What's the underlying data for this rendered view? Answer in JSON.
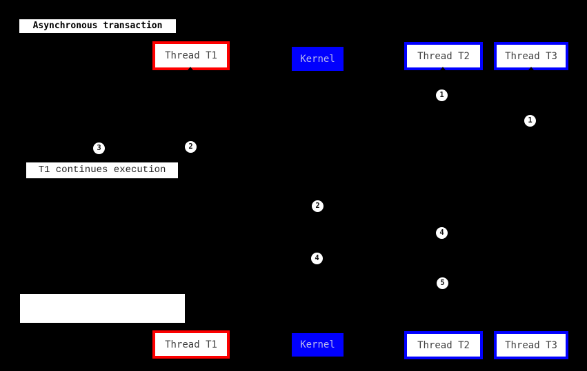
{
  "diagram": {
    "title": "Asynchronous transaction",
    "type": "sequence-diagram",
    "background_color": "#000000"
  },
  "participants": {
    "t1": {
      "label": "Thread T1",
      "border_color": "#fe0000",
      "fill": "#ffffff"
    },
    "kernel": {
      "label": "Kernel",
      "fill": "#0100fe",
      "text_color": "#b9b9ee"
    },
    "t2": {
      "label": "Thread T2",
      "border_color": "#0100fe",
      "fill": "#ffffff"
    },
    "t3": {
      "label": "Thread T3",
      "border_color": "#0100fe",
      "fill": "#ffffff"
    }
  },
  "note": {
    "text": "T1 continues execution"
  },
  "blank_note": {
    "text": ""
  },
  "markers": [
    "1",
    "1",
    "2",
    "3",
    "2",
    "4",
    "4",
    "5"
  ]
}
